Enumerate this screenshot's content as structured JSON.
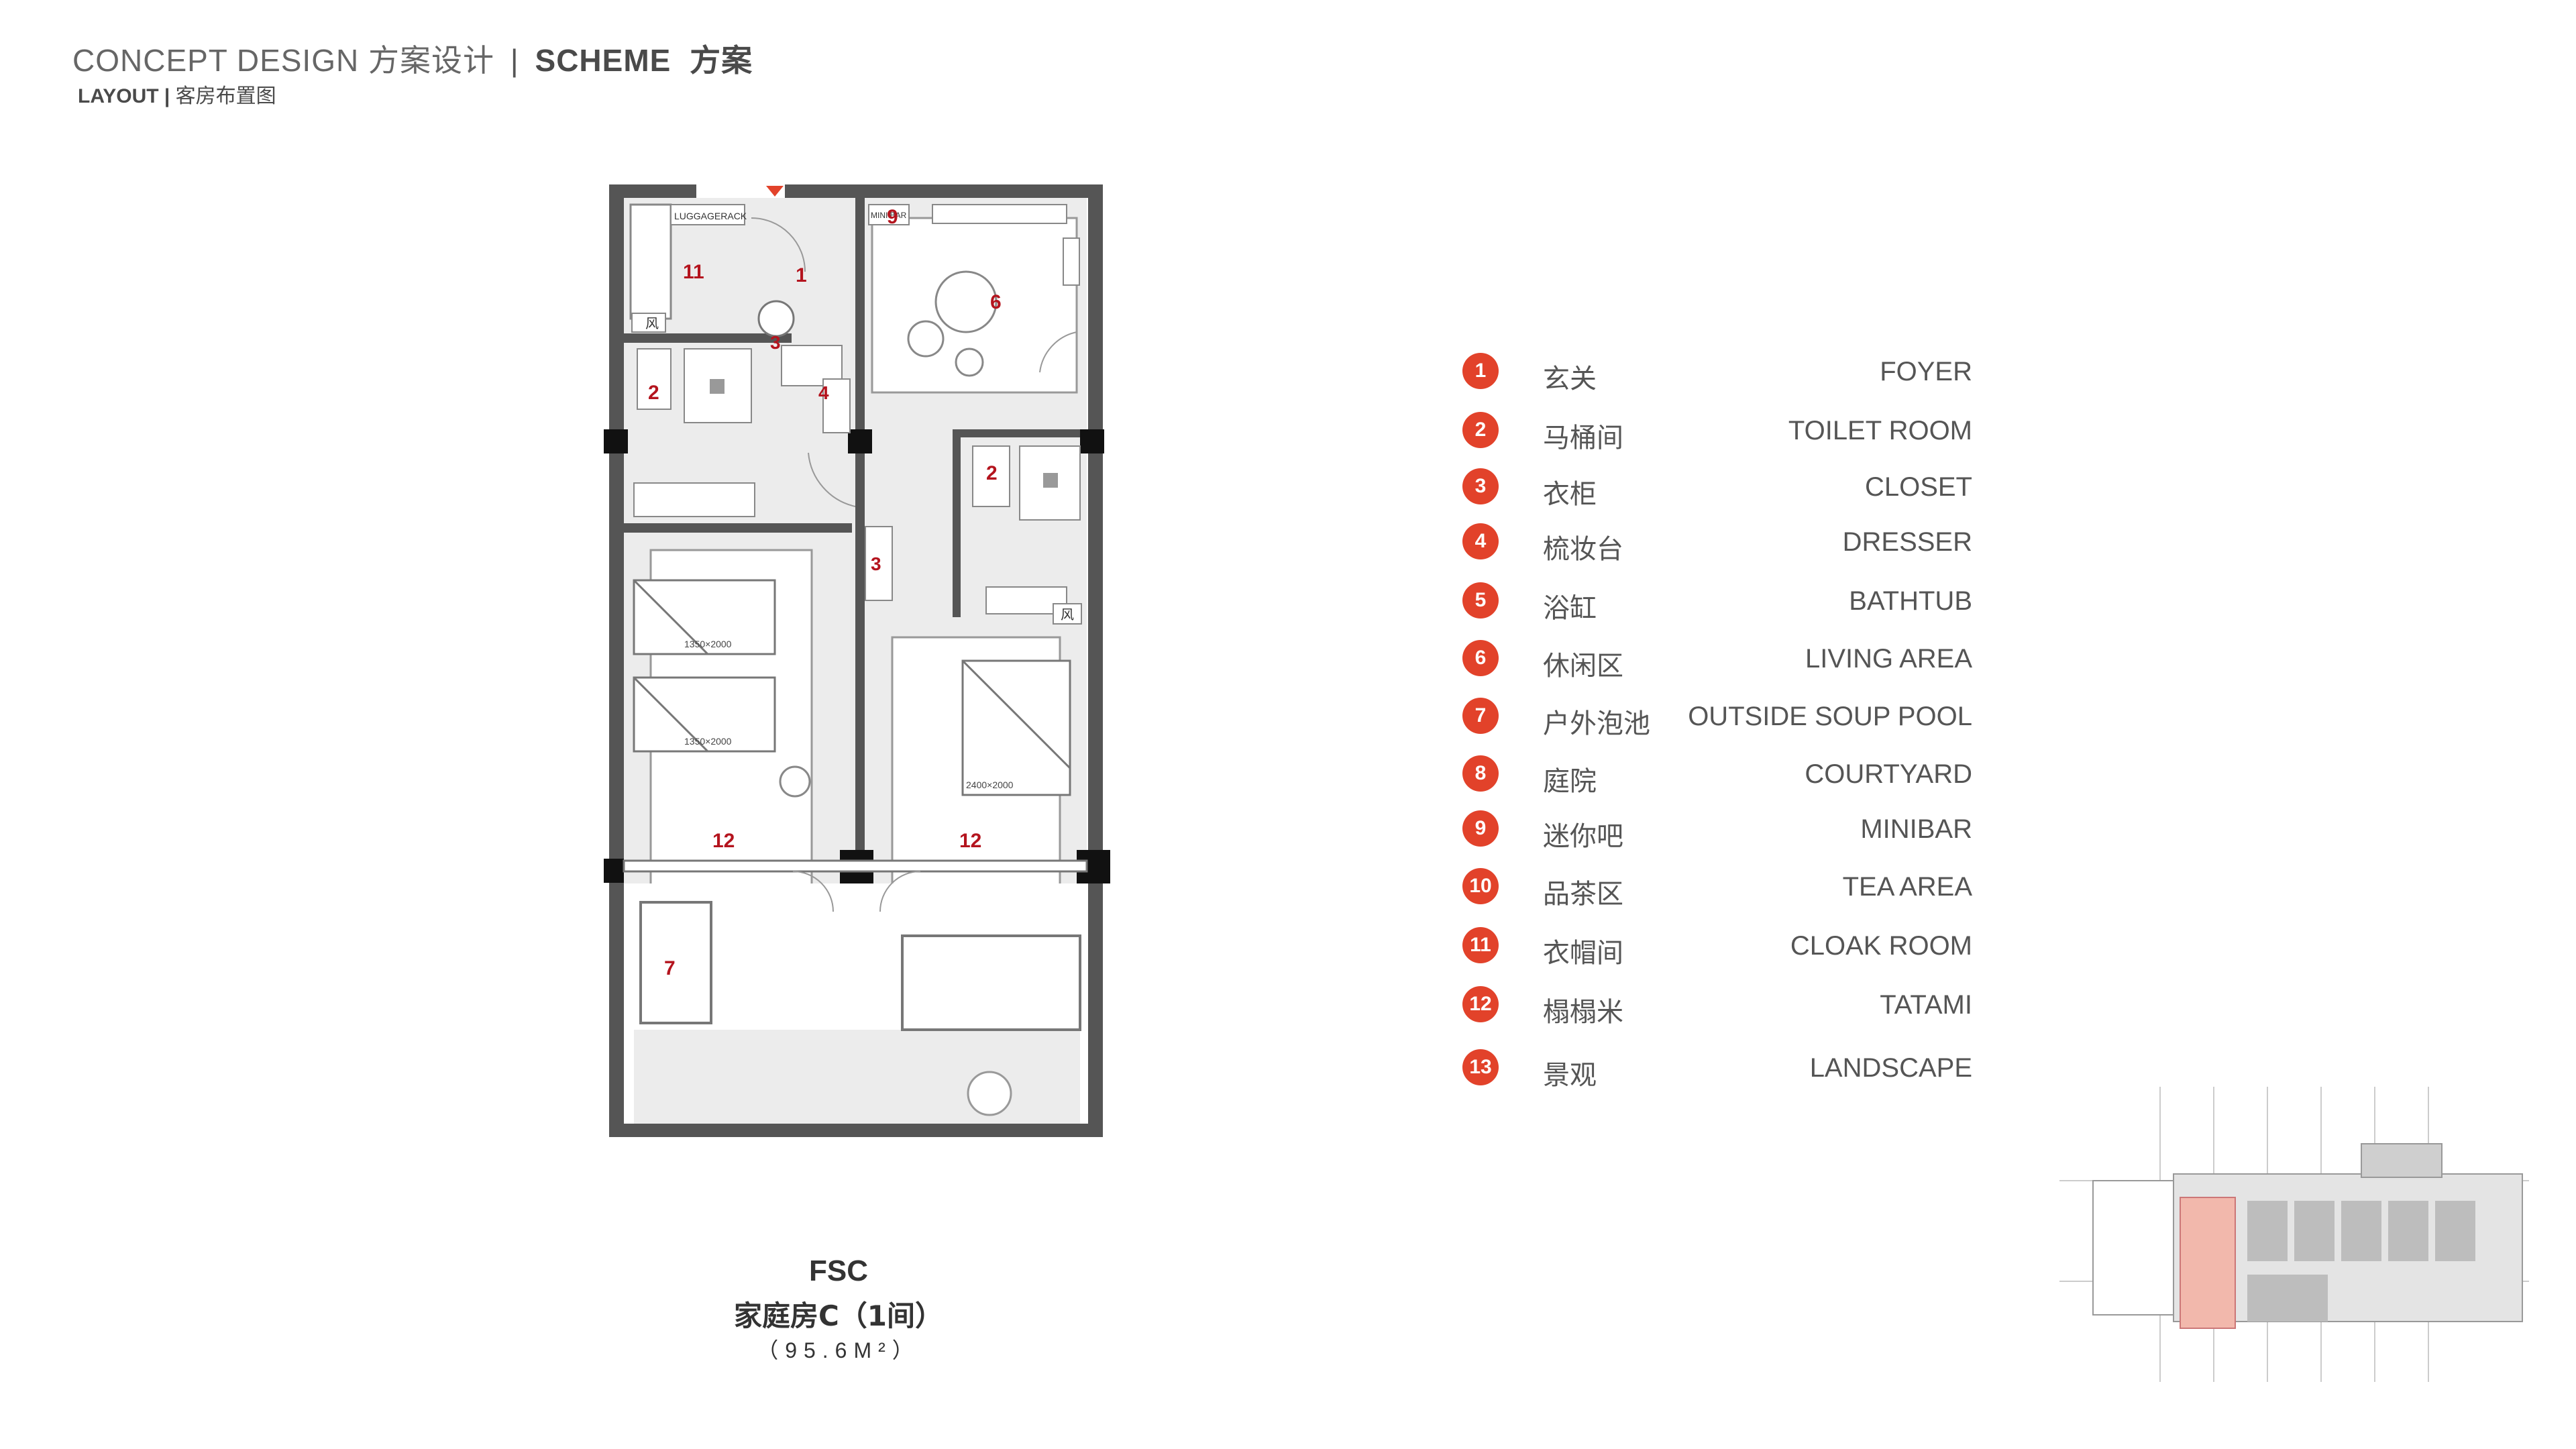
{
  "header": {
    "title_en": "CONCEPT DESIGN",
    "title_cn": "方案设计",
    "separator": "|",
    "scheme_en": "SCHEME",
    "scheme_cn": "方案",
    "sub_en": "LAYOUT |",
    "sub_cn": "客房布置图"
  },
  "plan": {
    "room_labels": [
      "1",
      "2",
      "3",
      "4",
      "6",
      "7",
      "9",
      "11",
      "12"
    ],
    "annotations": {
      "luggage": "LUGGAGERACK",
      "minibar": "MINI BAR",
      "wind": "风",
      "bed_a": "1350×2000",
      "bed_b": "1350×2000",
      "bed_c": "2400×2000"
    }
  },
  "legend": [
    {
      "num": "1",
      "cn": "玄关",
      "en": "FOYER"
    },
    {
      "num": "2",
      "cn": "马桶间",
      "en": "TOILET ROOM"
    },
    {
      "num": "3",
      "cn": "衣柜",
      "en": "CLOSET"
    },
    {
      "num": "4",
      "cn": "梳妆台",
      "en": "DRESSER"
    },
    {
      "num": "5",
      "cn": "浴缸",
      "en": "BATHTUB"
    },
    {
      "num": "6",
      "cn": "休闲区",
      "en": "LIVING AREA"
    },
    {
      "num": "7",
      "cn": "户外泡池",
      "en": "OUTSIDE SOUP POOL"
    },
    {
      "num": "8",
      "cn": "庭院",
      "en": "COURTYARD"
    },
    {
      "num": "9",
      "cn": "迷你吧",
      "en": "MINIBAR"
    },
    {
      "num": "10",
      "cn": "品茶区",
      "en": "TEA AREA"
    },
    {
      "num": "11",
      "cn": "衣帽间",
      "en": "CLOAK ROOM"
    },
    {
      "num": "12",
      "cn": "榻榻米",
      "en": "TATAMI"
    },
    {
      "num": "13",
      "cn": "景观",
      "en": "LANDSCAPE"
    }
  ],
  "caption": {
    "code": "FSC",
    "name": "家庭房C（1间）",
    "area": "（95.6M²）"
  },
  "colors": {
    "accent": "#e2422a",
    "label_red": "#b4141e",
    "wall": "#555555",
    "highlight": "#f2b8ac"
  }
}
